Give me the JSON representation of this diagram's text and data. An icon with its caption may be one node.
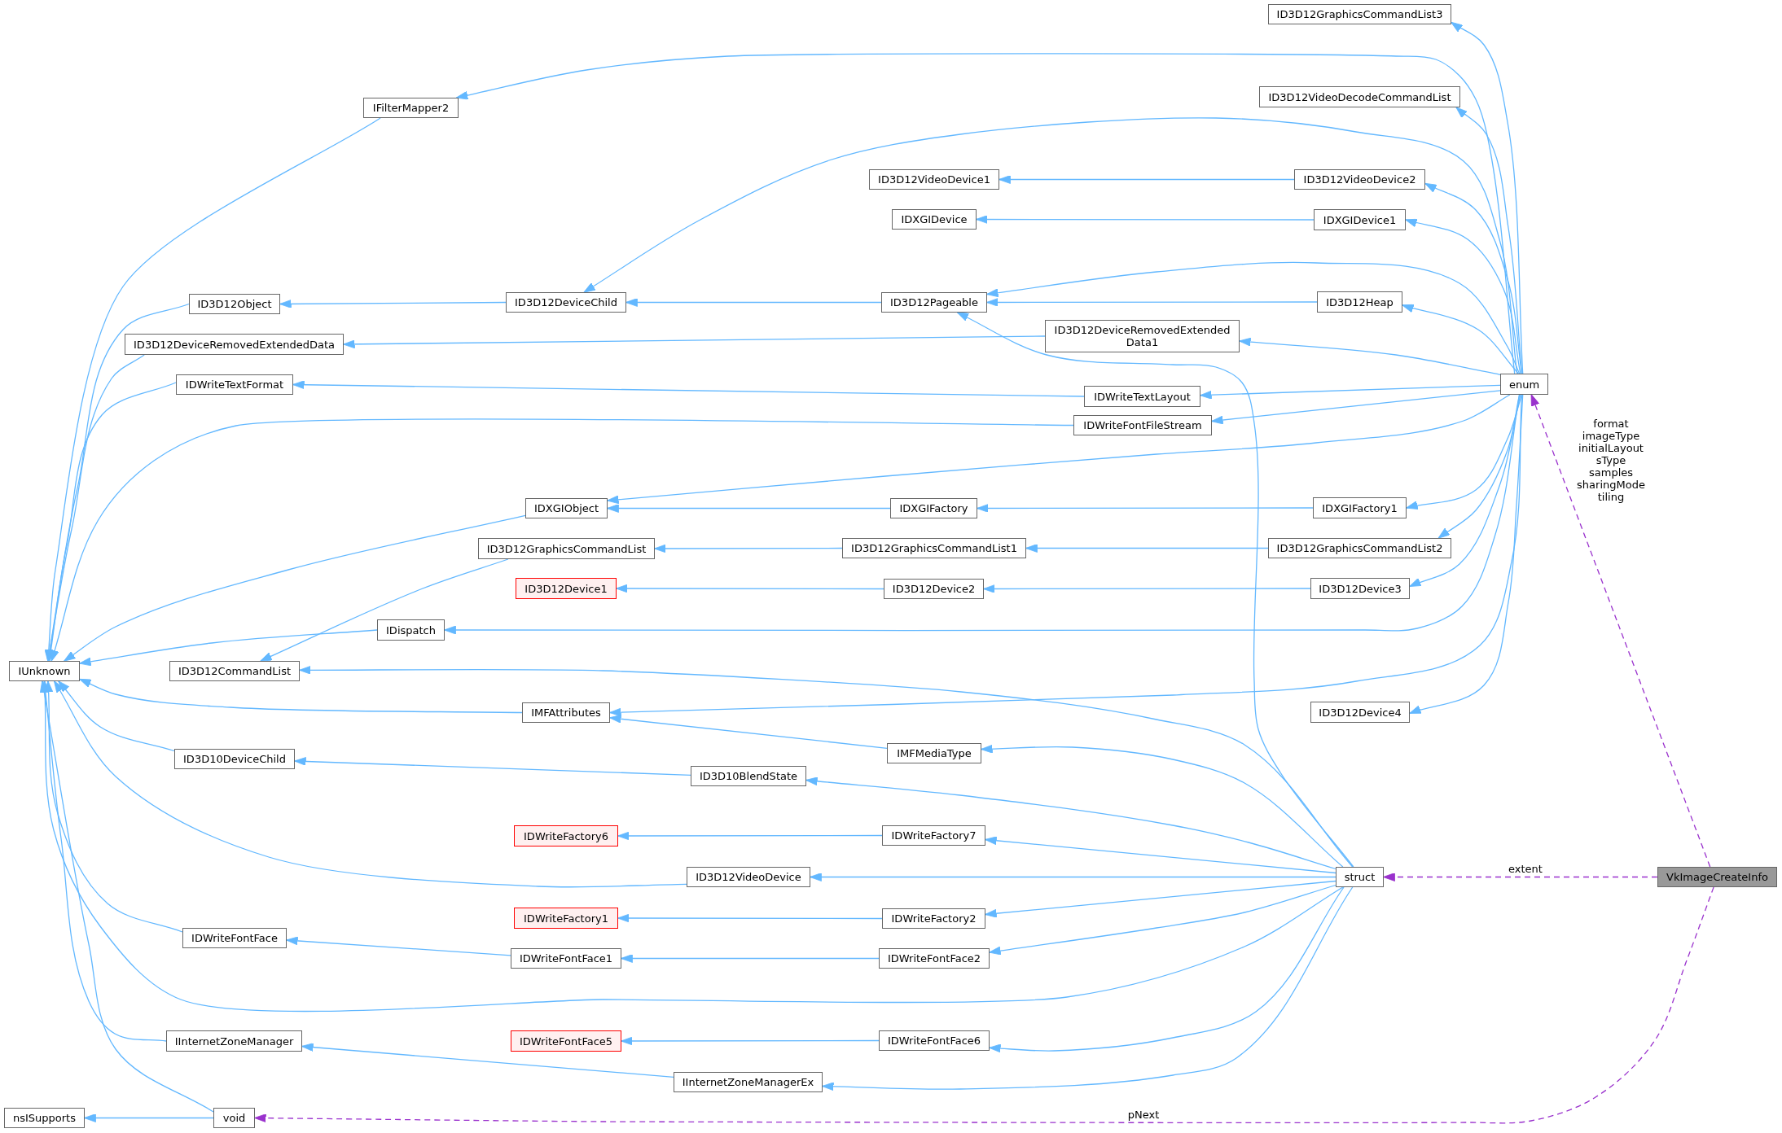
{
  "diagram": {
    "nodes": [
      {
        "text": [
          "IUnknown"
        ]
      },
      {
        "text": [
          "nsISupports"
        ]
      },
      {
        "text": [
          "ID3D12Object"
        ]
      },
      {
        "text": [
          "ID3D12DeviceRemovedExtendedData"
        ]
      },
      {
        "text": [
          "IDWriteTextFormat"
        ]
      },
      {
        "text": [
          "ID3D12CommandList"
        ]
      },
      {
        "text": [
          "ID3D10DeviceChild"
        ]
      },
      {
        "text": [
          "IDWriteFontFace"
        ]
      },
      {
        "text": [
          "IInternetZoneManager"
        ]
      },
      {
        "text": [
          "void"
        ]
      },
      {
        "text": [
          "IFilterMapper2"
        ]
      },
      {
        "text": [
          "IDispatch"
        ]
      },
      {
        "text": [
          "ID3D12DeviceChild"
        ]
      },
      {
        "text": [
          "IDXGIObject"
        ]
      },
      {
        "text": [
          "ID3D12GraphicsCommandList"
        ]
      },
      {
        "text": [
          "ID3D12Device1"
        ]
      },
      {
        "text": [
          "IMFAttributes"
        ]
      },
      {
        "text": [
          "IDWriteFactory6"
        ]
      },
      {
        "text": [
          "IDWriteFactory1"
        ]
      },
      {
        "text": [
          "IDWriteFontFace1"
        ]
      },
      {
        "text": [
          "IDWriteFontFace5"
        ]
      },
      {
        "text": [
          "ID3D10BlendState"
        ]
      },
      {
        "text": [
          "ID3D12VideoDevice"
        ]
      },
      {
        "text": [
          "IInternetZoneManagerEx"
        ]
      },
      {
        "text": [
          "ID3D12VideoDevice1"
        ]
      },
      {
        "text": [
          "IDXGIDevice"
        ]
      },
      {
        "text": [
          "ID3D12Pageable"
        ]
      },
      {
        "text": [
          "IDXGIFactory"
        ]
      },
      {
        "text": [
          "ID3D12GraphicsCommandList1"
        ]
      },
      {
        "text": [
          "ID3D12Device2"
        ]
      },
      {
        "text": [
          "IMFMediaType"
        ]
      },
      {
        "text": [
          "IDWriteFactory7"
        ]
      },
      {
        "text": [
          "IDWriteFactory2"
        ]
      },
      {
        "text": [
          "IDWriteFontFace2"
        ]
      },
      {
        "text": [
          "IDWriteFontFace6"
        ]
      },
      {
        "text": [
          "ID3D12DeviceRemovedExtended Data1"
        ]
      },
      {
        "text": [
          "IDWriteTextLayout"
        ]
      },
      {
        "text": [
          "IDWriteFontFileStream"
        ]
      },
      {
        "text": [
          "ID3D12GraphicsCommandList3"
        ]
      },
      {
        "text": [
          "ID3D12VideoDecodeCommandList"
        ]
      },
      {
        "text": [
          "ID3D12VideoDevice2"
        ]
      },
      {
        "text": [
          "IDXGIDevice1"
        ]
      },
      {
        "text": [
          "ID3D12Heap"
        ]
      },
      {
        "text": [
          "IDXGIFactory1"
        ]
      },
      {
        "text": [
          "ID3D12GraphicsCommandList2"
        ]
      },
      {
        "text": [
          "ID3D12Device3"
        ]
      },
      {
        "text": [
          "ID3D12Device4"
        ]
      },
      {
        "text": [
          "enum"
        ]
      },
      {
        "text": [
          "struct"
        ]
      },
      {
        "text": [
          "VkImageCreateInfo"
        ]
      }
    ],
    "edges": [
      {
        "from": 10,
        "to": 0,
        "arrow": "to"
      },
      {
        "from": 2,
        "to": 0,
        "arrow": "to"
      },
      {
        "from": 3,
        "to": 0,
        "arrow": "to"
      },
      {
        "from": 4,
        "to": 0,
        "arrow": "to"
      },
      {
        "from": 37,
        "to": 0,
        "arrow": "to"
      },
      {
        "from": 13,
        "to": 0,
        "arrow": "to"
      },
      {
        "from": 11,
        "to": 0,
        "arrow": "to"
      },
      {
        "from": 16,
        "to": 0,
        "arrow": "to"
      },
      {
        "from": 6,
        "to": 0,
        "arrow": "to"
      },
      {
        "from": 22,
        "to": 0,
        "arrow": "to"
      },
      {
        "from": 7,
        "to": 0,
        "arrow": "to"
      },
      {
        "from": 48,
        "to": 0,
        "arrow": "to"
      },
      {
        "from": 8,
        "to": 0,
        "arrow": "to"
      },
      {
        "from": 9,
        "to": 0,
        "arrow": "to"
      },
      {
        "from": 9,
        "to": 1,
        "arrow": "to"
      },
      {
        "from": 12,
        "to": 2,
        "arrow": "to"
      },
      {
        "from": 35,
        "to": 3,
        "arrow": "to"
      },
      {
        "from": 36,
        "to": 4,
        "arrow": "to"
      },
      {
        "from": 14,
        "to": 5,
        "arrow": "to"
      },
      {
        "from": 48,
        "to": 5,
        "arrow": "to"
      },
      {
        "from": 47,
        "to": 10,
        "arrow": "to"
      },
      {
        "from": 47,
        "to": 12,
        "arrow": "to"
      },
      {
        "from": 26,
        "to": 12,
        "arrow": "to"
      },
      {
        "from": 47,
        "to": 26,
        "arrow": "to"
      },
      {
        "from": 42,
        "to": 26,
        "arrow": "to"
      },
      {
        "from": 48,
        "to": 26,
        "arrow": "to"
      },
      {
        "from": 47,
        "to": 13,
        "arrow": "to"
      },
      {
        "from": 27,
        "to": 13,
        "arrow": "to"
      },
      {
        "from": 47,
        "to": 11,
        "arrow": "to"
      },
      {
        "from": 47,
        "to": 16,
        "arrow": "to"
      },
      {
        "from": 30,
        "to": 16,
        "arrow": "to"
      },
      {
        "from": 48,
        "to": 30,
        "arrow": "to"
      },
      {
        "from": 29,
        "to": 15,
        "arrow": "to"
      },
      {
        "from": 28,
        "to": 14,
        "arrow": "to"
      },
      {
        "from": 21,
        "to": 6,
        "arrow": "to"
      },
      {
        "from": 48,
        "to": 21,
        "arrow": "to"
      },
      {
        "from": 31,
        "to": 17,
        "arrow": "to"
      },
      {
        "from": 48,
        "to": 31,
        "arrow": "to"
      },
      {
        "from": 48,
        "to": 22,
        "arrow": "to"
      },
      {
        "from": 32,
        "to": 18,
        "arrow": "to"
      },
      {
        "from": 48,
        "to": 32,
        "arrow": "to"
      },
      {
        "from": 19,
        "to": 7,
        "arrow": "to"
      },
      {
        "from": 33,
        "to": 19,
        "arrow": "to"
      },
      {
        "from": 48,
        "to": 33,
        "arrow": "to"
      },
      {
        "from": 34,
        "to": 20,
        "arrow": "to"
      },
      {
        "from": 48,
        "to": 34,
        "arrow": "to"
      },
      {
        "from": 23,
        "to": 8,
        "arrow": "to"
      },
      {
        "from": 48,
        "to": 23,
        "arrow": "to"
      },
      {
        "from": 40,
        "to": 24,
        "arrow": "to"
      },
      {
        "from": 47,
        "to": 40,
        "arrow": "to"
      },
      {
        "from": 41,
        "to": 25,
        "arrow": "to"
      },
      {
        "from": 47,
        "to": 41,
        "arrow": "to"
      },
      {
        "from": 47,
        "to": 42,
        "arrow": "to"
      },
      {
        "from": 47,
        "to": 35,
        "arrow": "to"
      },
      {
        "from": 47,
        "to": 36,
        "arrow": "to"
      },
      {
        "from": 47,
        "to": 37,
        "arrow": "to"
      },
      {
        "from": 43,
        "to": 27,
        "arrow": "to"
      },
      {
        "from": 47,
        "to": 43,
        "arrow": "to"
      },
      {
        "from": 44,
        "to": 28,
        "arrow": "to"
      },
      {
        "from": 47,
        "to": 44,
        "arrow": "to"
      },
      {
        "from": 45,
        "to": 29,
        "arrow": "to"
      },
      {
        "from": 47,
        "to": 45,
        "arrow": "to"
      },
      {
        "from": 47,
        "to": 46,
        "arrow": "to"
      },
      {
        "from": 47,
        "to": 38,
        "arrow": "to"
      },
      {
        "from": 47,
        "to": 39,
        "arrow": "to"
      },
      {
        "from": 49,
        "to": 47,
        "arrow": "to",
        "label": "format imageType initialLayout sType samples sharingMode tiling",
        "style": "dashed",
        "color": "#9a32cd"
      },
      {
        "from": 49,
        "to": 48,
        "arrow": "to",
        "label": "extent",
        "style": "dashed",
        "color": "#9a32cd"
      },
      {
        "from": 49,
        "to": 9,
        "arrow": "to",
        "label": "pNext",
        "style": "dashed",
        "color": "#9a32cd"
      }
    ]
  }
}
